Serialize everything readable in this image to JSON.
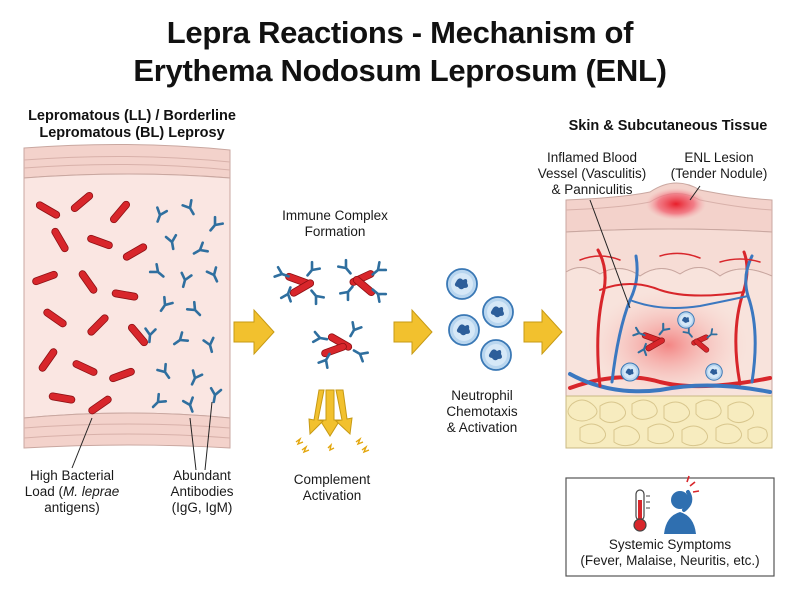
{
  "title": {
    "line1": "Lepra Reactions - Mechanism of",
    "line2": "Erythema Nodosum Leprosum (ENL)"
  },
  "left_panel": {
    "header_line1": "Lepromatous (LL) / Borderline",
    "header_line2": "Lepromatous (BL) Leprosy",
    "bacteria_label_line1": "High Bacterial",
    "bacteria_label_line2a": "Load (",
    "bacteria_label_italic": "M. leprae",
    "bacteria_label_line3": "antigens)",
    "antibody_label_line1": "Abundant",
    "antibody_label_line2": "Antibodies",
    "antibody_label_line3": "(IgG, IgM)"
  },
  "immune_complex": {
    "label_line1": "Immune Complex",
    "label_line2": "Formation"
  },
  "complement": {
    "label_line1": "Complement",
    "label_line2": "Activation"
  },
  "neutrophil": {
    "label_line1": "Neutrophil",
    "label_line2": "Chemotaxis",
    "label_line3": "& Activation"
  },
  "right_panel": {
    "header": "Skin & Subcutaneous Tissue",
    "vessel_label_line1": "Inflamed Blood",
    "vessel_label_line2": "Vessel (Vasculitis)",
    "vessel_label_line3": "& Panniculitis",
    "lesion_label_line1": "ENL Lesion",
    "lesion_label_line2": "(Tender Nodule)"
  },
  "systemic": {
    "label_line1": "Systemic Symptoms",
    "label_line2": "(Fever, Malaise, Neuritis, etc.)"
  },
  "colors": {
    "bacteria": "#d8262b",
    "antibody": "#3a7bb0",
    "arrow": "#f2c12e",
    "skin": "#f7dbd6",
    "fat": "#f7ecbf",
    "vessel_red": "#d8262b",
    "vessel_blue": "#3b78c0"
  }
}
